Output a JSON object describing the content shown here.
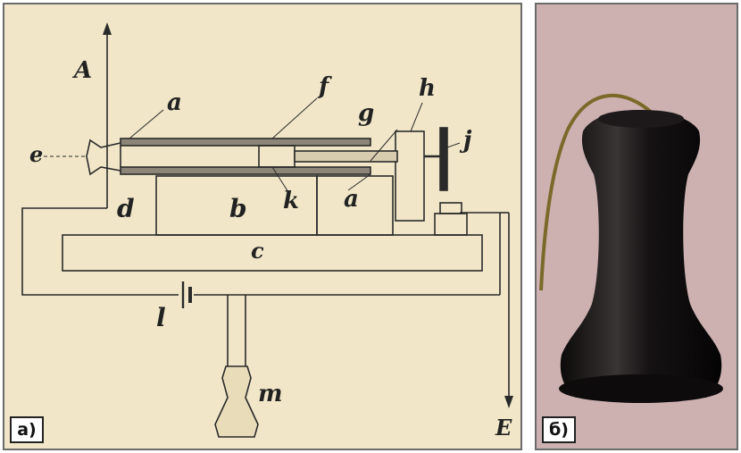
{
  "panel_a": {
    "tag": "а)",
    "labels": {
      "A": "A",
      "a_top": "a",
      "f": "f",
      "g": "g",
      "h": "h",
      "e": "e",
      "j": "j",
      "d": "d",
      "b": "b",
      "k": "k",
      "a_bottom": "a",
      "c": "c",
      "l": "l",
      "m": "m",
      "E": "E"
    }
  },
  "panel_b": {
    "tag": "б)"
  },
  "colors": {
    "paper": "#f1e7c8",
    "ink": "#2a2a2a",
    "photo_background": "#cdb1b1",
    "earpiece": "#151213",
    "cord": "#7a6a2a"
  }
}
